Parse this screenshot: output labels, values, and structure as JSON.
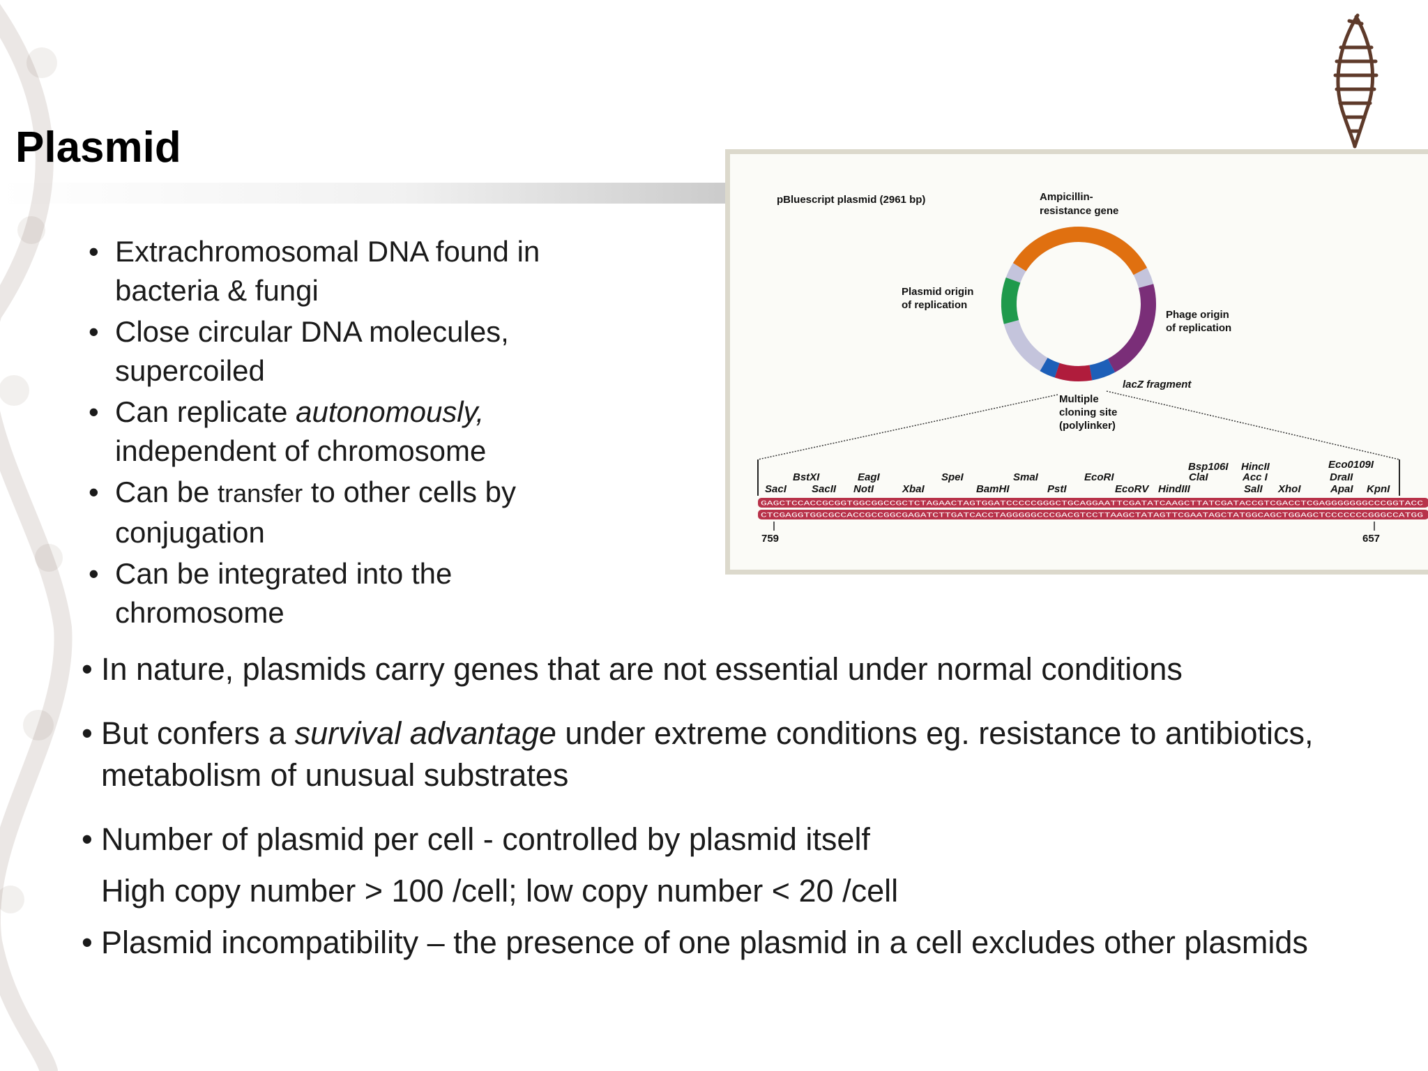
{
  "slide": {
    "title": "Plasmid",
    "bullets_top": [
      {
        "text": "Extrachromosomal DNA found in bacteria & fungi"
      },
      {
        "text": "Close circular DNA molecules, supercoiled"
      },
      {
        "pre": "Can replicate ",
        "em": "autonomously,",
        "post": " independent of chromosome"
      },
      {
        "pre": "Can be ",
        "small": "transfer",
        "post": " to other cells by conjugation"
      },
      {
        "text": "Can be integrated into the chromosome"
      }
    ],
    "bullets_bottom": [
      {
        "text": "In nature, plasmids carry genes that are not essential under normal conditions"
      },
      {
        "pre": "But confers a ",
        "em": "survival advantage",
        "post": " under extreme conditions eg. resistance to antibiotics, metabolism of unusual substrates"
      },
      {
        "text": "Number of plasmid per cell  - controlled by plasmid itself"
      },
      {
        "text": "High copy number > 100 /cell; low copy number  < 20 /cell"
      },
      {
        "text": "Plasmid incompatibility – the presence of one plasmid in a cell excludes other plasmids"
      }
    ]
  },
  "figure": {
    "plasmid_title": "pBluescript plasmid (2961 bp)",
    "labels": {
      "ampicillin": [
        "Ampicillin-",
        "resistance gene"
      ],
      "plasmid_origin": [
        "Plasmid origin",
        "of replication"
      ],
      "phage_origin": [
        "Phage origin",
        "of replication"
      ],
      "lacz": "lacZ fragment",
      "mcs": [
        "Multiple",
        "cloning site",
        "(polylinker)"
      ]
    },
    "colors": {
      "ring": "#c4c4dc",
      "ampicillin": "#e07010",
      "plasmid_origin": "#1f9a4c",
      "phage_origin": "#7a2e78",
      "lacz": "#1d5fb8",
      "mcs": "#b01c3c",
      "strand": "#b8324a"
    },
    "enzymes": {
      "row1": [
        "BstXI",
        "EagI",
        "SpeI",
        "SmaI",
        "EcoRI",
        "Bsp106I",
        "HincII",
        "Eco0109I"
      ],
      "row1b": [
        "ClaI",
        "Acc I",
        "DraII"
      ],
      "row2": [
        "SacI",
        "SacII",
        "NotI",
        "XbaI",
        "BamHI",
        "PstI",
        "EcoRV",
        "HindIII",
        "SalI",
        "XhoI",
        "ApaI",
        "KpnI"
      ]
    },
    "sequence_top": "GAGCTCCACCGCGGTGGCGGCCGCTCTAGAACTAGTGGATCCCCCGGGCTGCAGGAATTCGATATCAAGCTTATCGATACCGTCGACCTCGAGGGGGGGCCCGGTACC",
    "sequence_bottom": "CTCGAGGTGGCGCCACCGCCGGCGAGATCTTGATCACCTAGGGGGCCCGACGTCCTTAAGCTATAGTTCGAATAGCTATGGCAGCTGGAGCTCCCCCCCGGGCCATGG",
    "pos_left": "759",
    "pos_right": "657"
  }
}
